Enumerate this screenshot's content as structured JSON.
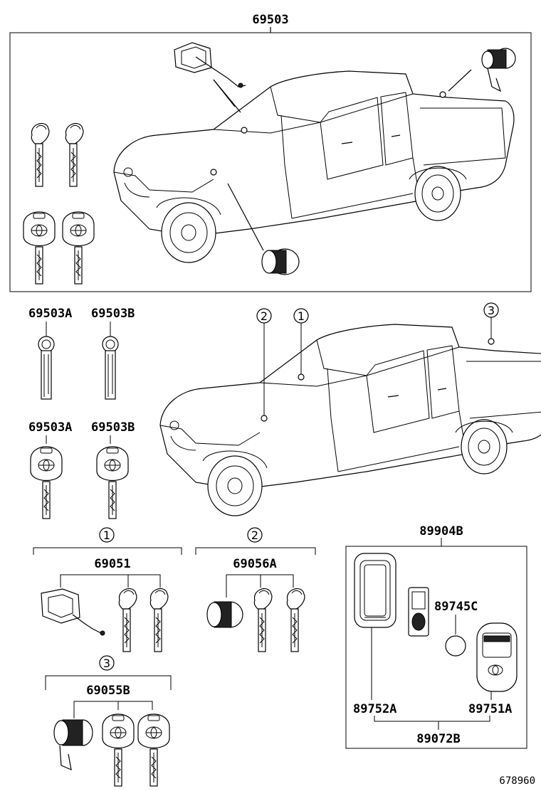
{
  "parts": {
    "top_assembly": "69503",
    "key_a_blade": "69503A",
    "key_b_blade": "69503B",
    "key_a_remote": "69503A",
    "key_b_remote": "69503B",
    "set1_title": "69051",
    "set2_title": "69056A",
    "set3_title": "69055B",
    "smart_key_set": "89904B",
    "battery": "89745C",
    "case_part": "89752A",
    "smart_key_body": "89751A",
    "smart_key_assy": "89072B"
  },
  "callouts": {
    "one": "1",
    "two": "2",
    "three": "3"
  },
  "diagram_id": "678960"
}
